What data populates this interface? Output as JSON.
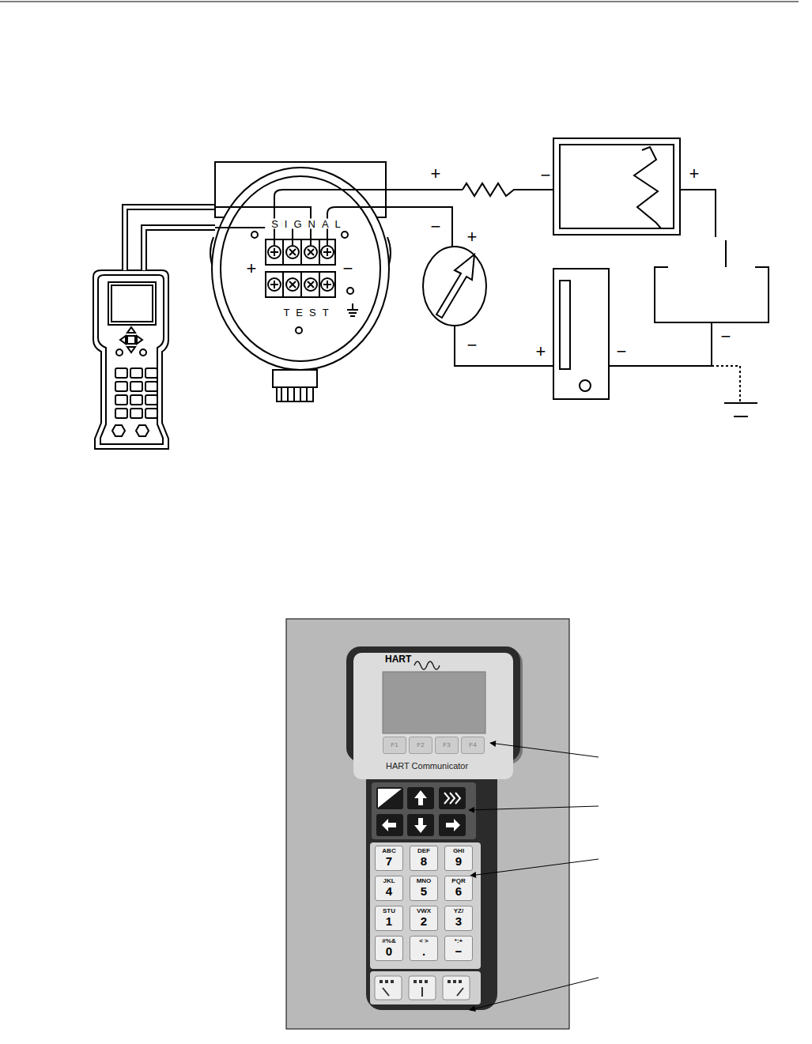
{
  "diagram": {
    "nodes": [
      {
        "text": [
          "SIGNAL",
          "TEST",
          "+",
          "−"
        ]
      },
      {
        "text": [
          "HART",
          "HART Communicator"
        ]
      },
      {
        "text": [
          "F1"
        ],
        "in": 1
      },
      {
        "text": [
          "F2"
        ],
        "in": 1
      },
      {
        "text": [
          "F3"
        ],
        "in": 1
      },
      {
        "text": [
          "F4"
        ],
        "in": 1
      },
      {
        "text": [
          "ABC",
          "7"
        ],
        "in": 1
      },
      {
        "text": [
          "DEF",
          "8"
        ],
        "in": 1
      },
      {
        "text": [
          "GHI",
          "9"
        ],
        "in": 1
      },
      {
        "text": [
          "JKL",
          "4"
        ],
        "in": 1
      },
      {
        "text": [
          "MNO",
          "5"
        ],
        "in": 1
      },
      {
        "text": [
          "PQR",
          "6"
        ],
        "in": 1
      },
      {
        "text": [
          "STU",
          "1"
        ],
        "in": 1
      },
      {
        "text": [
          "VWX",
          "2"
        ],
        "in": 1
      },
      {
        "text": [
          "YZ/",
          "3"
        ],
        "in": 1
      },
      {
        "text": [
          "#%&",
          "0"
        ],
        "in": 1
      },
      {
        "text": [
          "< >",
          "."
        ],
        "in": 1
      },
      {
        "text": [
          "*:+",
          "−"
        ],
        "in": 1
      }
    ],
    "labels": [
      "+",
      "−",
      "+",
      "−",
      "+",
      "−",
      "+",
      "−",
      "−"
    ]
  }
}
